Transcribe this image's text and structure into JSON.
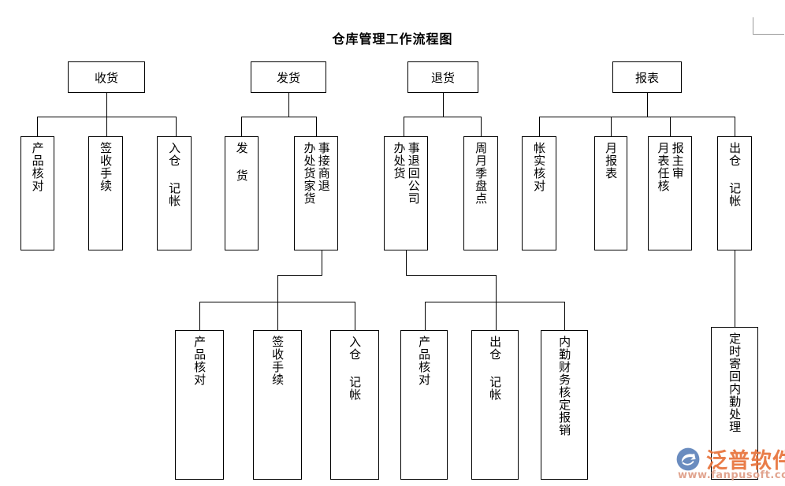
{
  "page": {
    "title": "仓库管理工作流程图",
    "background": "#ffffff",
    "line_color": "#000000",
    "text_color": "#000000"
  },
  "watermark": {
    "brand": "泛普软件",
    "url": "www.fanpusoft.com",
    "brand_color": "#e8723a",
    "url_color": "#e0a08a"
  },
  "chart_data": {
    "type": "diagram",
    "subtype": "org-tree-flowchart",
    "title": "仓库管理工作流程图",
    "orientation": "top-down",
    "text_direction": "vertical-rl",
    "nodes": [
      {
        "id": "n_shouhuo",
        "label": "收货",
        "level": 1,
        "columns": [
          "收货"
        ]
      },
      {
        "id": "n_fahuo",
        "label": "发货",
        "level": 1,
        "columns": [
          "发货"
        ]
      },
      {
        "id": "n_tuihuo",
        "label": "退货",
        "level": 1,
        "columns": [
          "退货"
        ]
      },
      {
        "id": "n_baobiao",
        "label": "报表",
        "level": 1,
        "columns": [
          "报表"
        ]
      },
      {
        "id": "n_s1",
        "label": "产品核对",
        "level": 2,
        "columns": [
          "产品核对"
        ]
      },
      {
        "id": "n_s2",
        "label": "签收手续",
        "level": 2,
        "columns": [
          "签收手续"
        ]
      },
      {
        "id": "n_s3",
        "label": "入仓 记帐",
        "level": 2,
        "columns": [
          "入仓 记帐"
        ]
      },
      {
        "id": "n_f1",
        "label": "发 货",
        "level": 2,
        "columns": [
          "发 货"
        ]
      },
      {
        "id": "n_f2",
        "label": "接商家退货办事处处货",
        "level": 2,
        "columns": [
          "事接商退",
          "办处货家货"
        ]
      },
      {
        "id": "n_t1",
        "label": "办事处退货回公司",
        "level": 2,
        "columns": [
          "事退回公司",
          "办处货"
        ]
      },
      {
        "id": "n_t2",
        "label": "周月季盘点",
        "level": 2,
        "columns": [
          "周月季盘点"
        ]
      },
      {
        "id": "n_b1",
        "label": "帐实核对",
        "level": 2,
        "columns": [
          "帐实核对"
        ]
      },
      {
        "id": "n_b2",
        "label": "月报表",
        "level": 2,
        "columns": [
          "月报表"
        ]
      },
      {
        "id": "n_b3",
        "label": "报主审月表任核",
        "level": 2,
        "columns": [
          "报主审",
          "月表任核"
        ]
      },
      {
        "id": "n_b4",
        "label": "出仓 记帐",
        "level": 2,
        "columns": [
          "出仓 记帐"
        ]
      },
      {
        "id": "n_f2a",
        "label": "产品核对",
        "level": 3,
        "columns": [
          "产品核对"
        ]
      },
      {
        "id": "n_f2b",
        "label": "签收手续",
        "level": 3,
        "columns": [
          "签收手续"
        ]
      },
      {
        "id": "n_f2c",
        "label": "入仓 记帐",
        "level": 3,
        "columns": [
          "入仓 记帐"
        ]
      },
      {
        "id": "n_t1a",
        "label": "产品核对",
        "level": 3,
        "columns": [
          "产品核对"
        ]
      },
      {
        "id": "n_t1b",
        "label": "出仓 记帐",
        "level": 3,
        "columns": [
          "出仓 记帐"
        ]
      },
      {
        "id": "n_t1c",
        "label": "内勤财务核定报销",
        "level": 3,
        "columns": [
          "内勤财务核定报销"
        ]
      },
      {
        "id": "n_b4a",
        "label": "定时寄回内勤处理",
        "level": 3,
        "columns": [
          "定时寄回内勤处理"
        ]
      }
    ],
    "edges": [
      {
        "from": "n_shouhuo",
        "to": "n_s1"
      },
      {
        "from": "n_shouhuo",
        "to": "n_s2"
      },
      {
        "from": "n_shouhuo",
        "to": "n_s3"
      },
      {
        "from": "n_fahuo",
        "to": "n_f1"
      },
      {
        "from": "n_fahuo",
        "to": "n_f2"
      },
      {
        "from": "n_tuihuo",
        "to": "n_t1"
      },
      {
        "from": "n_tuihuo",
        "to": "n_t2"
      },
      {
        "from": "n_baobiao",
        "to": "n_b1"
      },
      {
        "from": "n_baobiao",
        "to": "n_b2"
      },
      {
        "from": "n_baobiao",
        "to": "n_b3"
      },
      {
        "from": "n_baobiao",
        "to": "n_b4"
      },
      {
        "from": "n_f2",
        "to": "n_f2a"
      },
      {
        "from": "n_f2",
        "to": "n_f2b"
      },
      {
        "from": "n_f2",
        "to": "n_f2c"
      },
      {
        "from": "n_t1",
        "to": "n_t1a"
      },
      {
        "from": "n_t1",
        "to": "n_t1b"
      },
      {
        "from": "n_t1",
        "to": "n_t1c"
      },
      {
        "from": "n_b4",
        "to": "n_b4a"
      }
    ]
  }
}
